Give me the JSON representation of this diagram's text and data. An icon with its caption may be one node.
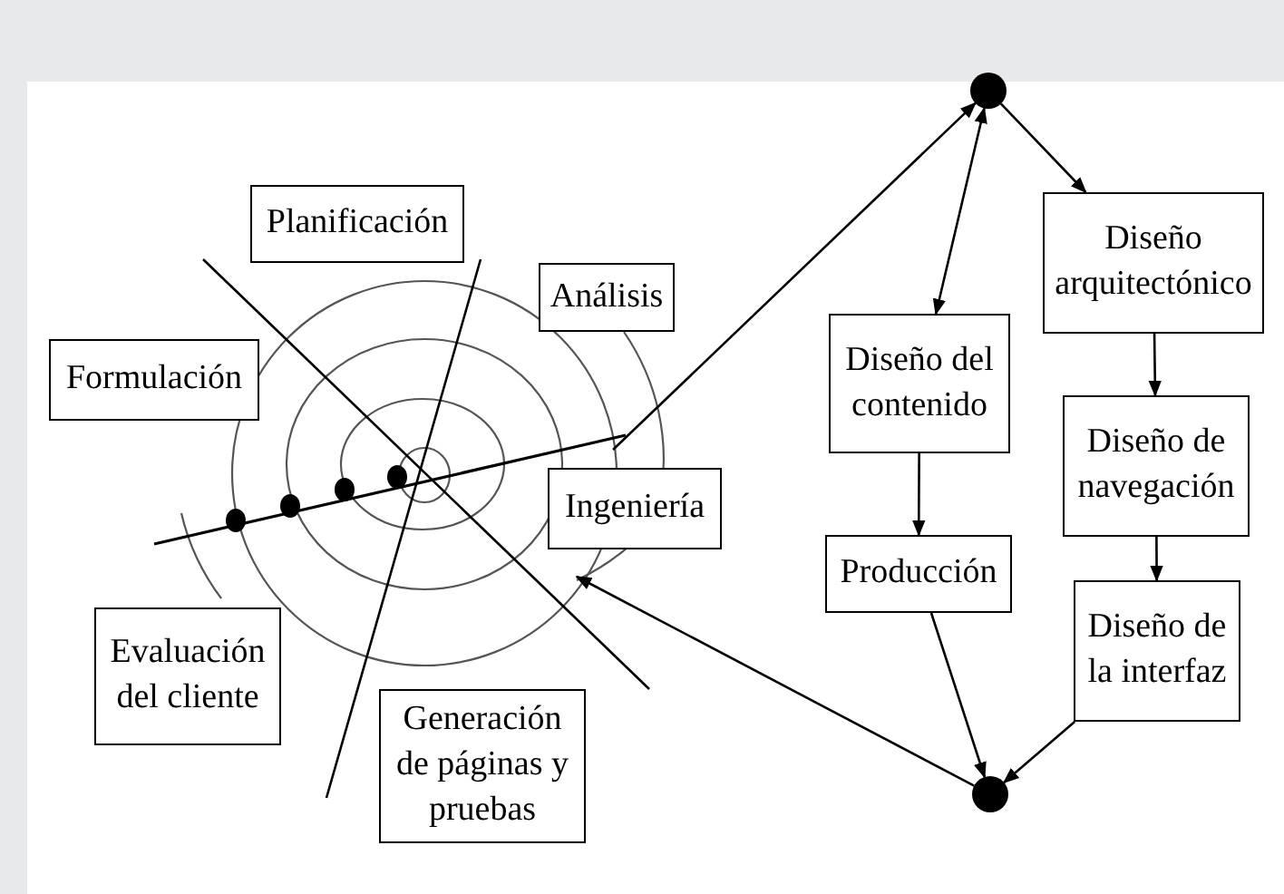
{
  "diagram": {
    "nodes": [
      {
        "text": [],
        "shape": "circle"
      },
      {
        "text": [
          "Planificación"
        ]
      },
      {
        "text": [
          "Diseño arquitectónico"
        ]
      },
      {
        "text": [
          "Análisis"
        ]
      },
      {
        "text": [
          "Diseño del contenido"
        ]
      },
      {
        "text": [
          "Formulación"
        ]
      },
      {
        "text": [],
        "shape": "picture"
      },
      {
        "text": [
          "Diseño de navegación"
        ]
      },
      {
        "text": [
          "Ingeniería"
        ]
      },
      {
        "text": [
          "Producción"
        ]
      },
      {
        "text": [
          "Diseño de la interfaz"
        ]
      },
      {
        "text": [
          "Evaluación del cliente"
        ]
      },
      {
        "text": [
          "Generación de páginas y pruebas"
        ]
      },
      {
        "text": [],
        "shape": "circle"
      }
    ],
    "edges": [
      {
        "from": 6,
        "to": 0,
        "arrow": "to"
      },
      {
        "from": 0,
        "to": 4,
        "arrow": "both"
      },
      {
        "from": 0,
        "to": 2,
        "arrow": "to"
      },
      {
        "from": 2,
        "to": 7,
        "arrow": "to"
      },
      {
        "from": 7,
        "to": 10,
        "arrow": "to"
      },
      {
        "from": 4,
        "to": 9,
        "arrow": "to"
      },
      {
        "from": 9,
        "to": 13,
        "arrow": "to"
      },
      {
        "from": 10,
        "to": 13,
        "arrow": "to"
      },
      {
        "from": 13,
        "to": 6,
        "arrow": "to"
      }
    ]
  }
}
